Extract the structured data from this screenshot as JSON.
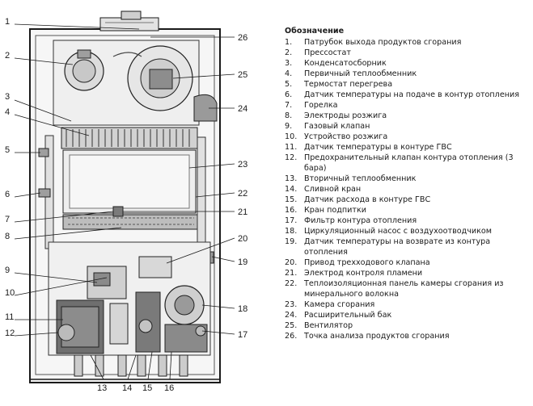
{
  "legend": {
    "title": "Обозначение",
    "items": [
      {
        "num": "1.",
        "text": "Патрубок выхода продуктов сгорания"
      },
      {
        "num": "2.",
        "text": "Прессостат"
      },
      {
        "num": "3.",
        "text": "Конденсатосборник"
      },
      {
        "num": "4.",
        "text": "Первичный теплообменник"
      },
      {
        "num": "5.",
        "text": "Термостат перегрева"
      },
      {
        "num": "6.",
        "text": "Датчик температуры на подаче в контур отопления"
      },
      {
        "num": "7.",
        "text": "Горелка"
      },
      {
        "num": "8.",
        "text": "Электроды розжига"
      },
      {
        "num": "9.",
        "text": "Газовый клапан"
      },
      {
        "num": "10.",
        "text": "Устройство розжига"
      },
      {
        "num": "11.",
        "text": "Датчик температуры в контуре ГВС"
      },
      {
        "num": "12.",
        "text": "Предохранительный клапан контура отопления (3 бара)"
      },
      {
        "num": "13.",
        "text": "Вторичный теплообменник"
      },
      {
        "num": "14.",
        "text": "Сливной кран"
      },
      {
        "num": "15.",
        "text": "Датчик расхода в контуре ГВС"
      },
      {
        "num": "16.",
        "text": "Кран подпитки"
      },
      {
        "num": "17.",
        "text": "Фильтр контура отопления"
      },
      {
        "num": "18.",
        "text": "Циркуляционный насос с воздухоотводчиком"
      },
      {
        "num": "19.",
        "text": "Датчик температуры на возврате из контура отопления"
      },
      {
        "num": "20.",
        "text": "Привод трехходового клапана"
      },
      {
        "num": "21.",
        "text": "Электрод контроля пламени"
      },
      {
        "num": "22.",
        "text": "Теплоизоляционная панель камеры сгорания из минерального волокна"
      },
      {
        "num": "23.",
        "text": "Камера сгорания"
      },
      {
        "num": "24.",
        "text": "Расширительный бак"
      },
      {
        "num": "25.",
        "text": "Вентилятор"
      },
      {
        "num": "26.",
        "text": "Точка анализа продуктов сгорания"
      }
    ]
  },
  "callouts": {
    "c1": "1",
    "c2": "2",
    "c3": "3",
    "c4": "4",
    "c5": "5",
    "c6": "6",
    "c7": "7",
    "c8": "8",
    "c9": "9",
    "c10": "10",
    "c11": "11",
    "c12": "12",
    "c13": "13",
    "c14": "14",
    "c15": "15",
    "c16": "16",
    "c17": "17",
    "c18": "18",
    "c19": "19",
    "c20": "20",
    "c21": "21",
    "c22": "22",
    "c23": "23",
    "c24": "24",
    "c25": "25",
    "c26": "26"
  },
  "colors": {
    "ink": "#1a1a1a",
    "casing": "#f4f4f4",
    "metal": "#bdbdbd",
    "dark_metal": "#6e6e6e"
  }
}
